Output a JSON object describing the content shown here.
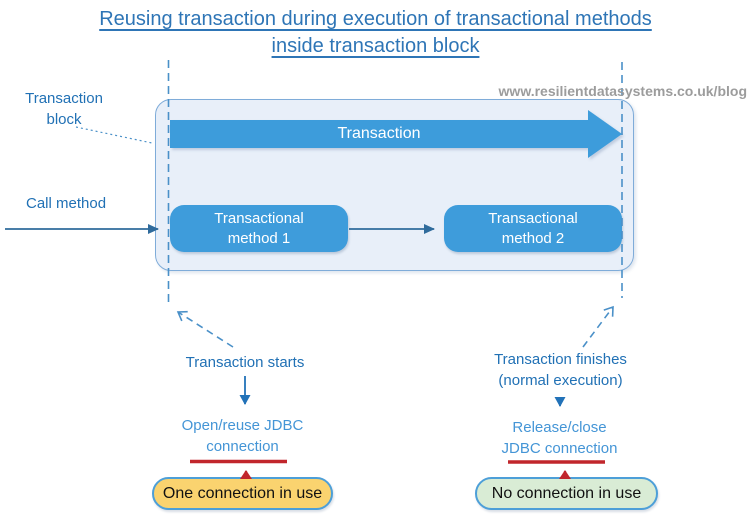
{
  "title": {
    "line1": "Reusing transaction during execution of transactional methods",
    "line2": "inside transaction block"
  },
  "watermark": "www.resilientdatasystems.co.uk/blog",
  "block": {
    "label": "Transaction block",
    "transaction_arrow_label": "Transaction",
    "method1_line1": "Transactional",
    "method1_line2": "method 1",
    "method2_line1": "Transactional",
    "method2_line2": "method 2"
  },
  "left_flow": {
    "call_method": "Call method",
    "transaction_starts": "Transaction starts",
    "action_line1": "Open/reuse JDBC",
    "action_line2": "connection",
    "status": "One connection in use"
  },
  "right_flow": {
    "finishes_line1": "Transaction finishes",
    "finishes_line2": "(normal execution)",
    "action_line1": "Release/close",
    "action_line2": "JDBC connection",
    "status": "No connection in use"
  },
  "colors": {
    "title_blue": "#2E75B6",
    "label_blue": "#2171B5",
    "light_label_blue": "#4495D6",
    "arrow_blue": "#3E9CDB",
    "block_fill": "#E8EFF9",
    "block_border": "#7FACD9",
    "dash_blue": "#4A90C8",
    "connector_blue": "#2F6B9C",
    "down_arrow_blue": "#2272B8",
    "red": "#C1262C",
    "orange_fill": "#FAD36F",
    "green_fill": "#D9ECD5",
    "pill_border": "#4D9FD8",
    "watermark_gray": "#9C9C9C"
  }
}
